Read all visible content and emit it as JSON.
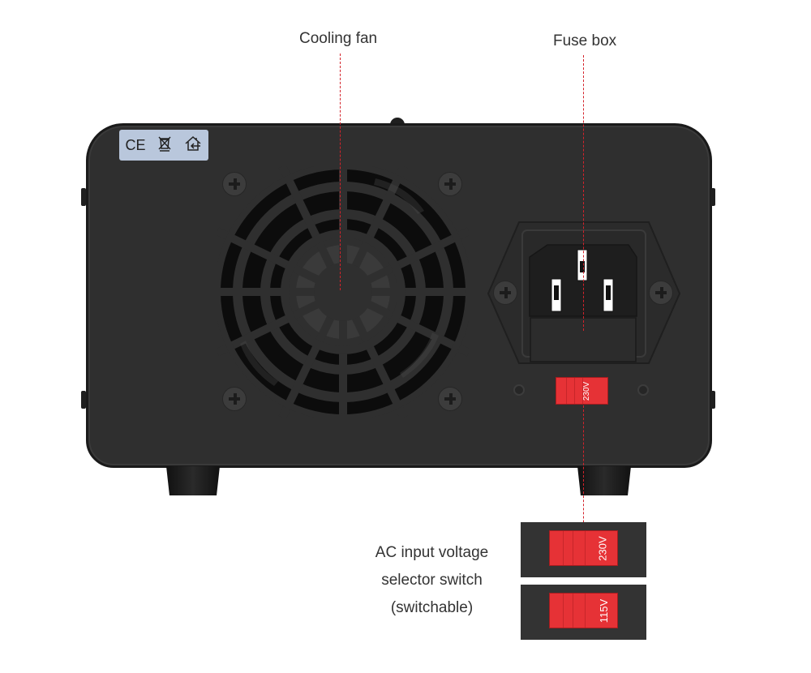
{
  "callouts": {
    "cooling_fan": "Cooling fan",
    "fuse_box": "Fuse box",
    "voltage_switch": {
      "line1": "AC input voltage",
      "line2": "selector switch",
      "line3": "(switchable)"
    }
  },
  "device": {
    "cert_label": {
      "ce_mark": "CE",
      "weee_icon": "crossed-bin-icon",
      "indoor_icon": "indoor-use-icon"
    },
    "switch_on_device": "230V"
  },
  "switch_states": [
    {
      "label": "230V"
    },
    {
      "label": "115V"
    }
  ],
  "colors": {
    "callout_line": "#d4232b",
    "switch_red": "#e63236",
    "device_body": "#2f2f2f",
    "label_bg": "#b9c7dc"
  }
}
